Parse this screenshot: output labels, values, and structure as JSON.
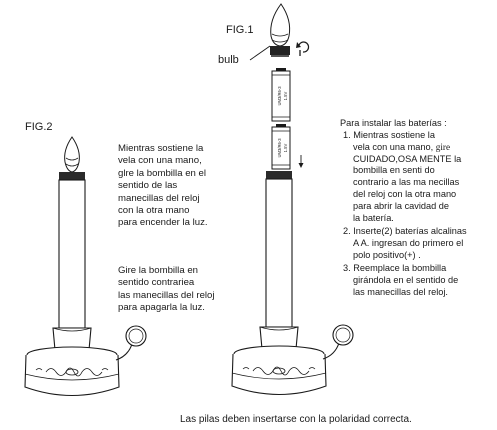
{
  "fig1": {
    "label": "FIG.1",
    "bulb_label": "bulb"
  },
  "fig2": {
    "label": "FIG.2"
  },
  "battery_text": [
    "UM3/R6-3",
    "1.5V"
  ],
  "left_instructions": {
    "para1": [
      "Mientras sostiene la",
      "vela con una mano,",
      "glre la bombilla en el",
      "sentido de las",
      "manecillas del reloj",
      "con la otra mano",
      "para encender la luz."
    ],
    "para2": [
      "Gire la bombilla en",
      "sentido contrariea",
      "las manecillas del reloj",
      "para apagarla la luz."
    ]
  },
  "right_instructions": {
    "heading": "Para instalar las baterías :",
    "step1": {
      "number": "1.",
      "line1": "Mientras sostiene la",
      "line2_a": "vela con una mano,",
      "line2_b": "gire",
      "lines": [
        "CUIDADO,OSA MENTE la",
        "bombilla en senti do",
        "contrario a las ma necillas",
        "del reloj con la otra mano",
        "para abrir la cavidad de",
        "la batería."
      ]
    },
    "step2": {
      "number": "2.",
      "lines": [
        "Inserte(2) baterías alcalinas",
        "A A. ingresan do primero el",
        "polo positivo(+) ."
      ]
    },
    "step3": {
      "number": "3.",
      "lines": [
        "Reemplace la bombilla",
        "girándola en el sentido de",
        "las manecillas del reloj."
      ]
    }
  },
  "footer_note": "Las pilas deben insertarse con la polaridad correcta.",
  "colors": {
    "ink": "#1a1a1a",
    "background": "#ffffff"
  }
}
